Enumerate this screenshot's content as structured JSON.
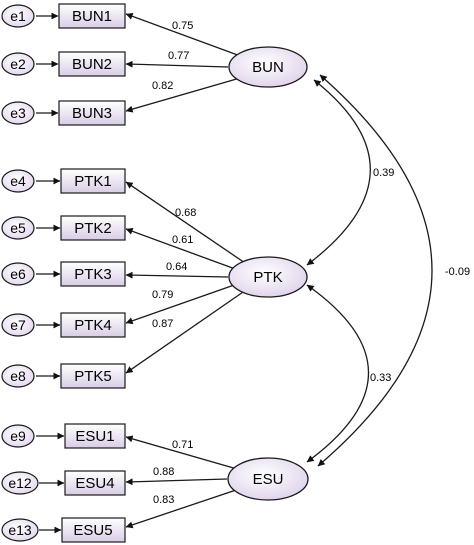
{
  "latents": [
    {
      "id": "BUN",
      "label": "BUN"
    },
    {
      "id": "PTK",
      "label": "PTK"
    },
    {
      "id": "ESU",
      "label": "ESU"
    }
  ],
  "indicators": [
    {
      "label": "BUN1",
      "error": "e1",
      "factor": "BUN",
      "loading": "0.75"
    },
    {
      "label": "BUN2",
      "error": "e2",
      "factor": "BUN",
      "loading": "0.77"
    },
    {
      "label": "BUN3",
      "error": "e3",
      "factor": "BUN",
      "loading": "0.82"
    },
    {
      "label": "PTK1",
      "error": "e4",
      "factor": "PTK",
      "loading": "0.68"
    },
    {
      "label": "PTK2",
      "error": "e5",
      "factor": "PTK",
      "loading": "0.61"
    },
    {
      "label": "PTK3",
      "error": "e6",
      "factor": "PTK",
      "loading": "0.64"
    },
    {
      "label": "PTK4",
      "error": "e7",
      "factor": "PTK",
      "loading": "0.79"
    },
    {
      "label": "PTK5",
      "error": "e8",
      "factor": "PTK",
      "loading": "0.87"
    },
    {
      "label": "ESU1",
      "error": "e9",
      "factor": "ESU",
      "loading": "0.71"
    },
    {
      "label": "ESU4",
      "error": "e12",
      "factor": "ESU",
      "loading": "0.88"
    },
    {
      "label": "ESU5",
      "error": "e13",
      "factor": "ESU",
      "loading": "0.83"
    }
  ],
  "covariances": [
    {
      "from": "BUN",
      "to": "PTK",
      "value": "0.39"
    },
    {
      "from": "PTK",
      "to": "ESU",
      "value": "0.33"
    },
    {
      "from": "BUN",
      "to": "ESU",
      "value": "-0.09"
    }
  ]
}
